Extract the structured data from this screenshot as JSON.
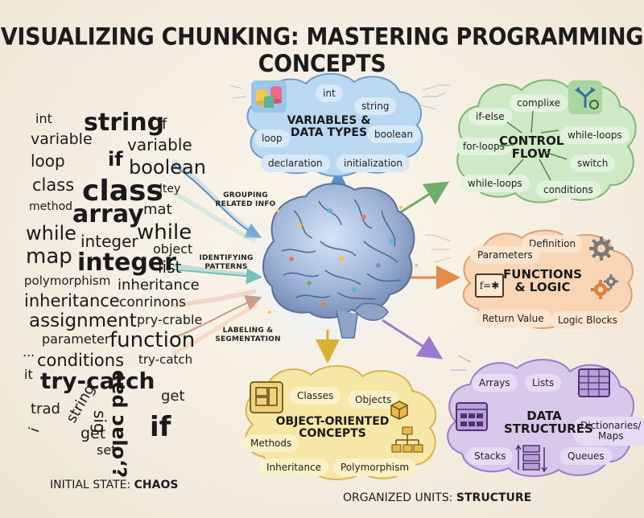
{
  "title": "VISUALIZING CHUNKING: MASTERING PROGRAMMING CONCEPTS",
  "chaos_words": [
    "int",
    "string",
    "if",
    "variable",
    "variable",
    "loop",
    "if",
    "boolean",
    "class",
    "class",
    "ltey",
    "method",
    "array",
    "mat",
    "while",
    "while",
    "object",
    "integer",
    "map",
    "integer",
    "list",
    "polymorphism",
    "inheritance",
    "inheritance",
    "conrinons",
    "assignment",
    "pry-crable",
    "parameter",
    "function",
    "...",
    "conditions",
    "try-catch",
    "it",
    "try-catch",
    "cɐd ɔɐloʻ?",
    "get",
    "trad",
    "string",
    "sig",
    "i",
    "get",
    "if",
    "set"
  ],
  "process_labels": {
    "grouping": "GROUPING\nRELATED INFO",
    "patterns": "IDENTIFYING\nPATTERNS",
    "labeling": "LABELING &\nSEGMENTATION"
  },
  "clouds": {
    "variables": {
      "title": "VARIABLES &\nDATA TYPES",
      "items": [
        "int",
        "string",
        "loop",
        "boolean",
        "declaration",
        "initialization"
      ],
      "color": "#b9d8f2"
    },
    "control": {
      "title": "CONTROL\nFLOW",
      "items": [
        "complixe",
        "if-else",
        "while-loops",
        "for-loops",
        "switch",
        "while-loops",
        "conditions"
      ],
      "color": "#cfe9c7"
    },
    "functions": {
      "title": "FUNCTIONS\n& LOGIC",
      "items": [
        "Definition",
        "Parameters",
        "Return Value",
        "Logic Blocks"
      ],
      "color": "#f8d6b5"
    },
    "oop": {
      "title": "OBJECT-ORIENTED\nCONCEPTS",
      "items": [
        "Classes",
        "Objects",
        "Methods",
        "Inheritance",
        "Polymorphism"
      ],
      "color": "#f6e7a6"
    },
    "structures": {
      "title": "DATA\nSTRUCTURES",
      "items": [
        "Arrays",
        "Lists",
        "Dictionaries/\nMaps",
        "Stacks",
        "Queues"
      ],
      "color": "#d8c8ec"
    }
  },
  "icons": {
    "functions_formula": "f=✱",
    "brain": "brain-icon"
  },
  "captions": {
    "left_prefix": "INITIAL STATE: ",
    "left_strong": "CHAOS",
    "right_prefix": "ORGANIZED UNITS: ",
    "right_strong": "STRUCTURE"
  }
}
